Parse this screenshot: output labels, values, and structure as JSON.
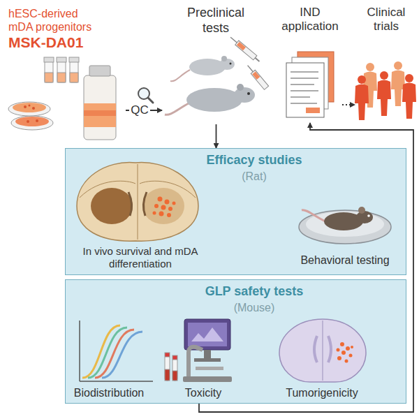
{
  "diagram": {
    "nodes": [
      {
        "text": [
          "hESC-derived mDA progenitors",
          "MSK-DA01"
        ]
      },
      {
        "text": [
          "Preclinical tests"
        ]
      },
      {
        "text": [
          "IND application"
        ]
      },
      {
        "text": [
          "Clinical trials"
        ]
      },
      {
        "text": [
          "Efficacy studies",
          "(Rat)"
        ]
      },
      {
        "text": [
          "GLP safety tests",
          "(Mouse)"
        ]
      }
    ],
    "edges": [
      {
        "from": 0,
        "to": 1,
        "arrow": "to",
        "label": "QC"
      },
      {
        "from": 1,
        "to": 4,
        "arrow": "to"
      },
      {
        "from": 2,
        "to": 3,
        "arrow": "to"
      },
      {
        "from": 5,
        "to": 2,
        "arrow": "to"
      }
    ],
    "labels": [
      "In vivo survival and mDA differentiation",
      "Behavioral testing",
      "Biodistribution",
      "Toxicity",
      "Tumorigenicity"
    ]
  }
}
